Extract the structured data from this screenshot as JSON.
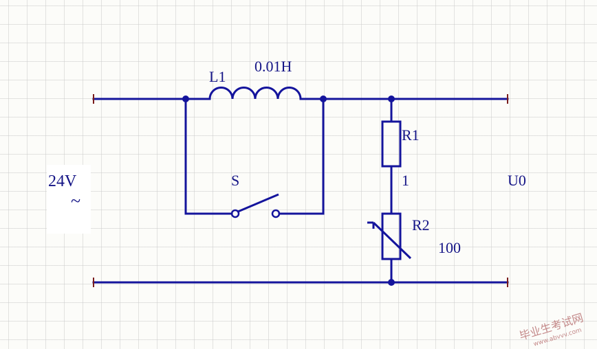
{
  "labels": {
    "inductor_name": "L1",
    "inductor_value": "0.01H",
    "switch_name": "S",
    "r1_name": "R1",
    "r1_value": "1",
    "r2_name": "R2",
    "r2_value": "100",
    "source_voltage": "24V",
    "source_ac_symbol": "~",
    "output_label": "U0"
  },
  "watermark": {
    "main": "毕业生考试网",
    "url": "www.abvvv.com"
  },
  "colors": {
    "wire": "#14149c",
    "terminal": "#7a1c1c",
    "text": "#141486",
    "watermark": "#c48a8a",
    "grid": "#cdcdcd"
  }
}
